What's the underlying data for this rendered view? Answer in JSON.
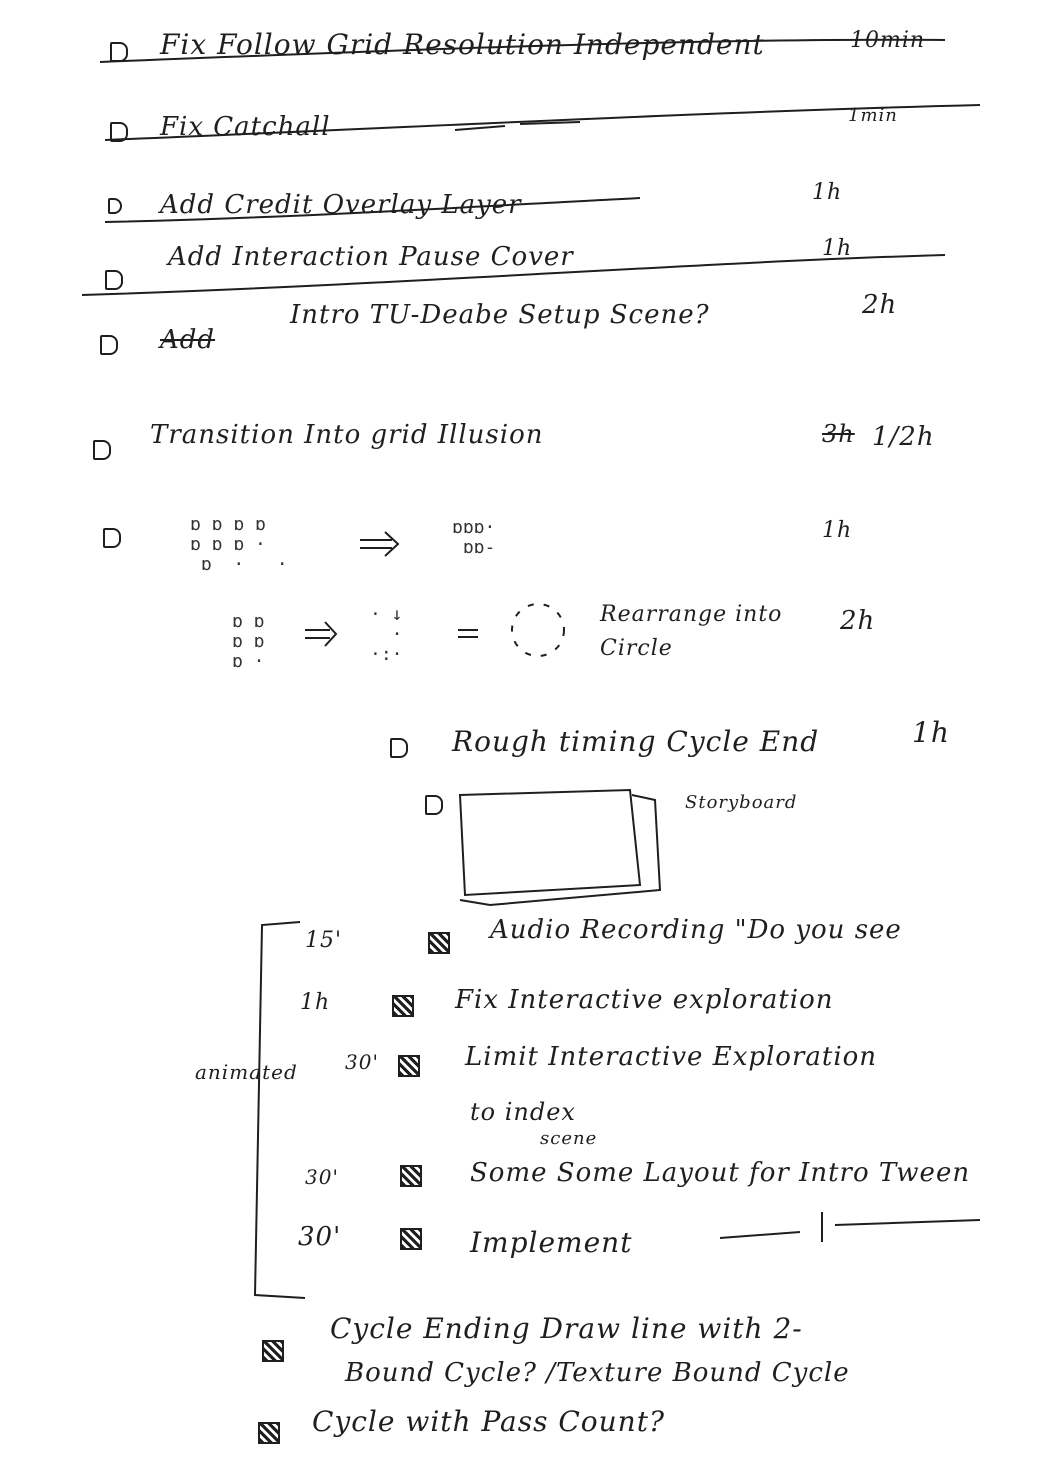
{
  "tasks": [
    {
      "label": "Fix Follow Grid Resolution Independent",
      "time": "10min"
    },
    {
      "label": "Fix Catchall",
      "time": "1min"
    },
    {
      "label": "Add Credit Overlay Layer",
      "time": "1h"
    },
    {
      "label": "Add Interaction Pause Cover",
      "time": "1h"
    },
    {
      "label_struck": "Add",
      "label": "Intro TU-Deabe Setup Scene?",
      "time": "2h"
    },
    {
      "label": "Transition Into grid Illusion",
      "time_struck": "3h",
      "time": "1/2h"
    },
    {
      "label": "",
      "time": "1h"
    },
    {
      "label": "Rearrange into Circle",
      "time": "2h"
    },
    {
      "label": "Rough timing Cycle End",
      "time": "1h"
    },
    {
      "label": "Storyboard",
      "time": ""
    }
  ],
  "bracket": {
    "label": "animated",
    "items": [
      {
        "time": "15'",
        "text": "Audio Recording \"Do you see"
      },
      {
        "time": "1h",
        "text": "Fix Interactive exploration"
      },
      {
        "time": "30'",
        "text": "Limit Interactive Exploration"
      },
      {
        "time": "",
        "text": "to index"
      },
      {
        "time": "",
        "text": "scene"
      },
      {
        "time": "30'",
        "text": "Some Some Layout for Intro Tween"
      },
      {
        "time": "30'",
        "text": "Implement"
      }
    ]
  },
  "footer": [
    {
      "text": "Cycle Ending Draw line with 2-"
    },
    {
      "text": "Bound Cycle?  /Texture Bound Cycle"
    },
    {
      "text": "Cycle with Pass Count?"
    }
  ]
}
